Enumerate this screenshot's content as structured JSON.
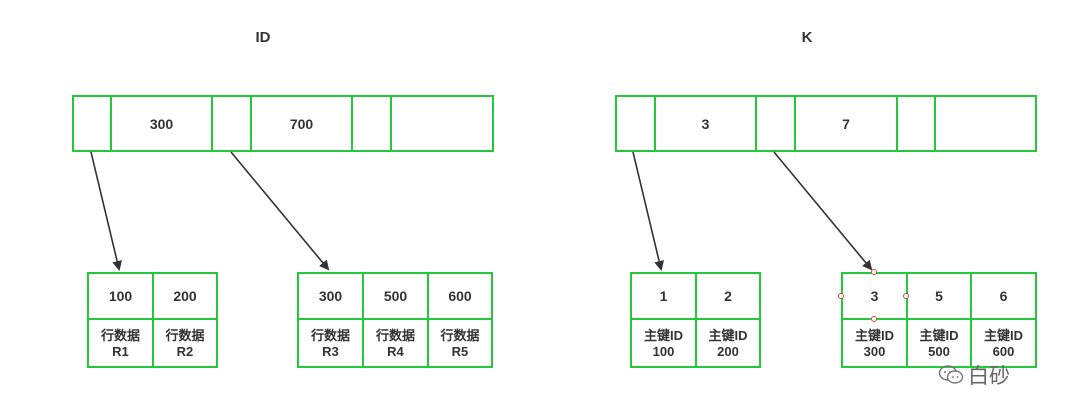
{
  "id_tree": {
    "title": "ID",
    "root_keys": [
      "",
      "300",
      "",
      "700",
      "",
      ""
    ],
    "leaves": [
      {
        "keys": [
          "100",
          "200"
        ],
        "values": [
          [
            "行数据",
            "R1"
          ],
          [
            "行数据",
            "R2"
          ]
        ]
      },
      {
        "keys": [
          "300",
          "500",
          "600"
        ],
        "values": [
          [
            "行数据",
            "R3"
          ],
          [
            "行数据",
            "R4"
          ],
          [
            "行数据",
            "R5"
          ]
        ]
      }
    ]
  },
  "k_tree": {
    "title": "K",
    "root_keys": [
      "",
      "3",
      "",
      "7",
      "",
      ""
    ],
    "leaves": [
      {
        "keys": [
          "1",
          "2"
        ],
        "values": [
          [
            "主键ID",
            "100"
          ],
          [
            "主键ID",
            "200"
          ]
        ]
      },
      {
        "keys": [
          "3",
          "5",
          "6"
        ],
        "values": [
          [
            "主键ID",
            "300"
          ],
          [
            "主键ID",
            "500"
          ],
          [
            "主键ID",
            "600"
          ]
        ]
      }
    ]
  },
  "watermark": {
    "text": "白砂",
    "icon": "wechat-icon"
  },
  "colors": {
    "border": "#22c93a",
    "arrow": "#333333",
    "text": "#333333"
  }
}
